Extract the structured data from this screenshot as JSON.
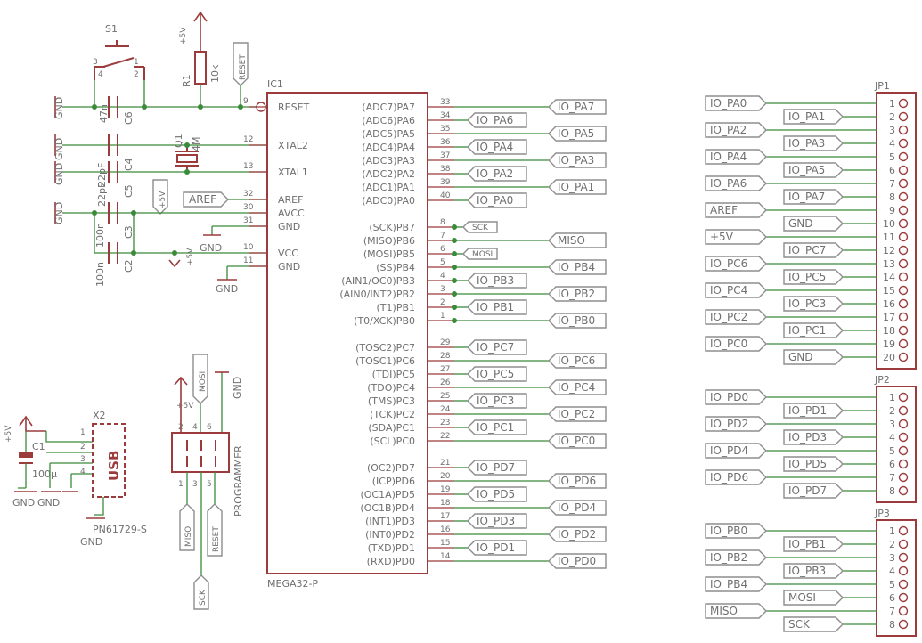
{
  "ic": {
    "ref": "IC1",
    "value": "MEGA32-P"
  },
  "left_pins": [
    {
      "num": "9",
      "name": "RESET"
    },
    {
      "num": "12",
      "name": "XTAL2"
    },
    {
      "num": "13",
      "name": "XTAL1"
    },
    {
      "num": "32",
      "name": "AREF"
    },
    {
      "num": "30",
      "name": "AVCC"
    },
    {
      "num": "31",
      "name": "GND"
    },
    {
      "num": "10",
      "name": "VCC"
    },
    {
      "num": "11",
      "name": "GND"
    }
  ],
  "right_pins": [
    {
      "num": "33",
      "name": "(ADC7)PA7",
      "net": "IO_PA7",
      "col": 2
    },
    {
      "num": "34",
      "name": "(ADC6)PA6",
      "net": "IO_PA6",
      "col": 1
    },
    {
      "num": "35",
      "name": "(ADC5)PA5",
      "net": "IO_PA5",
      "col": 2
    },
    {
      "num": "36",
      "name": "(ADC4)PA4",
      "net": "IO_PA4",
      "col": 1
    },
    {
      "num": "37",
      "name": "(ADC3)PA3",
      "net": "IO_PA3",
      "col": 2
    },
    {
      "num": "38",
      "name": "(ADC2)PA2",
      "net": "IO_PA2",
      "col": 1
    },
    {
      "num": "39",
      "name": "(ADC1)PA1",
      "net": "IO_PA1",
      "col": 2
    },
    {
      "num": "40",
      "name": "(ADC0)PA0",
      "net": "IO_PA0",
      "col": 1
    },
    {
      "num": "8",
      "name": "(SCK)PB7",
      "net": "SCK",
      "col": 0
    },
    {
      "num": "7",
      "name": "(MISO)PB6",
      "net": "MISO",
      "col": 2
    },
    {
      "num": "6",
      "name": "(MOSI)PB5",
      "net": "MOSI",
      "col": 0
    },
    {
      "num": "5",
      "name": "(SS)PB4",
      "net": "IO_PB4",
      "col": 2
    },
    {
      "num": "4",
      "name": "(AIN1/OC0)PB3",
      "net": "IO_PB3",
      "col": 1
    },
    {
      "num": "3",
      "name": "(AIN0/INT2)PB2",
      "net": "IO_PB2",
      "col": 2
    },
    {
      "num": "2",
      "name": "(T1)PB1",
      "net": "IO_PB1",
      "col": 1
    },
    {
      "num": "1",
      "name": "(T0/XCK)PB0",
      "net": "IO_PB0",
      "col": 2
    },
    {
      "num": "29",
      "name": "(TOSC2)PC7",
      "net": "IO_PC7",
      "col": 1
    },
    {
      "num": "28",
      "name": "(TOSC1)PC6",
      "net": "IO_PC6",
      "col": 2
    },
    {
      "num": "27",
      "name": "(TDI)PC5",
      "net": "IO_PC5",
      "col": 1
    },
    {
      "num": "26",
      "name": "(TDO)PC4",
      "net": "IO_PC4",
      "col": 2
    },
    {
      "num": "25",
      "name": "(TMS)PC3",
      "net": "IO_PC3",
      "col": 1
    },
    {
      "num": "24",
      "name": "(TCK)PC2",
      "net": "IO_PC2",
      "col": 2
    },
    {
      "num": "23",
      "name": "(SDA)PC1",
      "net": "IO_PC1",
      "col": 1
    },
    {
      "num": "22",
      "name": "(SCL)PC0",
      "net": "IO_PC0",
      "col": 2
    },
    {
      "num": "21",
      "name": "(OC2)PD7",
      "net": "IO_PD7",
      "col": 1
    },
    {
      "num": "20",
      "name": "(ICP)PD6",
      "net": "IO_PD6",
      "col": 2
    },
    {
      "num": "19",
      "name": "(OC1A)PD5",
      "net": "IO_PD5",
      "col": 1
    },
    {
      "num": "18",
      "name": "(OC1B)PD4",
      "net": "IO_PD4",
      "col": 2
    },
    {
      "num": "17",
      "name": "(INT1)PD3",
      "net": "IO_PD3",
      "col": 1
    },
    {
      "num": "16",
      "name": "(INT0)PD2",
      "net": "IO_PD2",
      "col": 2
    },
    {
      "num": "15",
      "name": "(TXD)PD1",
      "net": "IO_PD1",
      "col": 1
    },
    {
      "num": "14",
      "name": "(RXD)PD0",
      "net": "IO_PD0",
      "col": 2
    }
  ],
  "jp1": {
    "ref": "JP1",
    "pins": [
      "IO_PA0",
      "IO_PA1",
      "IO_PA2",
      "IO_PA3",
      "IO_PA4",
      "IO_PA5",
      "IO_PA6",
      "IO_PA7",
      "AREF",
      "GND",
      "+5V",
      "IO_PC7",
      "IO_PC6",
      "IO_PC5",
      "IO_PC4",
      "IO_PC3",
      "IO_PC2",
      "IO_PC1",
      "IO_PC0",
      "GND"
    ]
  },
  "jp2": {
    "ref": "JP2",
    "pins": [
      "IO_PD0",
      "IO_PD1",
      "IO_PD2",
      "IO_PD3",
      "IO_PD4",
      "IO_PD5",
      "IO_PD6",
      "IO_PD7"
    ]
  },
  "jp3": {
    "ref": "JP3",
    "pins": [
      "IO_PB0",
      "IO_PB1",
      "IO_PB2",
      "IO_PB3",
      "IO_PB4",
      "MOSI",
      "MISO",
      "SCK"
    ]
  },
  "labels": {
    "s1": "S1",
    "s1_p3": "3",
    "s1_p4": "4",
    "s1_p1": "1",
    "s1_p2": "2",
    "r1": "R1",
    "r1_val": "10k",
    "reset_flag": "RESET",
    "vcc5": "+5V",
    "gnd": "GND",
    "c6": "C6",
    "c6_val": "47n",
    "q1": "Q1",
    "q1_val": "4M",
    "c4": "C4",
    "c4_val": "22pF",
    "c5": "C5",
    "c5_val": "22pF",
    "c3": "C3",
    "c3_val": "100n",
    "c2": "C2",
    "c2_val": "100n",
    "aref_flag": "AREF",
    "x2": "X2",
    "usb": "USB",
    "x2_part": "PN61729-S",
    "usb_pins": [
      "1",
      "2",
      "3",
      "4"
    ],
    "c1": "C1",
    "c1_val": "100µ",
    "programmer": "PROGRAMMER",
    "prog_pins": [
      "2",
      "4",
      "6",
      "1",
      "3",
      "5"
    ],
    "mosi": "MOSI",
    "miso": "MISO",
    "sck": "SCK",
    "reset": "RESET"
  }
}
